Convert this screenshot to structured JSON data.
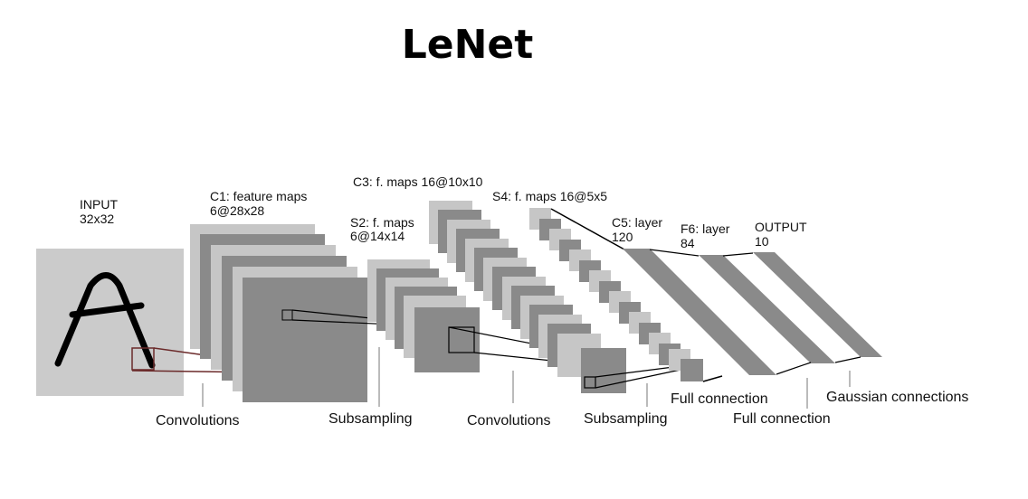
{
  "title": "LeNet",
  "layers": {
    "input": {
      "name": "INPUT",
      "size": "32x32"
    },
    "c1": {
      "name": "C1: feature maps",
      "size": "6@28x28"
    },
    "s2": {
      "name": "S2: f. maps",
      "size": "6@14x14"
    },
    "c3": {
      "name": "C3: f. maps 16@10x10"
    },
    "s4": {
      "name": "S4: f. maps 16@5x5"
    },
    "c5": {
      "name": "C5: layer",
      "size": "120"
    },
    "f6": {
      "name": "F6: layer",
      "size": "84"
    },
    "output": {
      "name": "OUTPUT",
      "size": "10"
    }
  },
  "operations": {
    "conv1": "Convolutions",
    "sub1": "Subsampling",
    "conv2": "Convolutions",
    "sub2": "Subsampling",
    "full1": "Full connection",
    "full2": "Full connection",
    "gauss": "Gaussian connections"
  },
  "colors": {
    "light_gray": "#c6c6c6",
    "dark_gray": "#8a8a8a",
    "input_bg": "#cbcbcb",
    "ink": "#000000",
    "connector": "#6b2a2a"
  }
}
